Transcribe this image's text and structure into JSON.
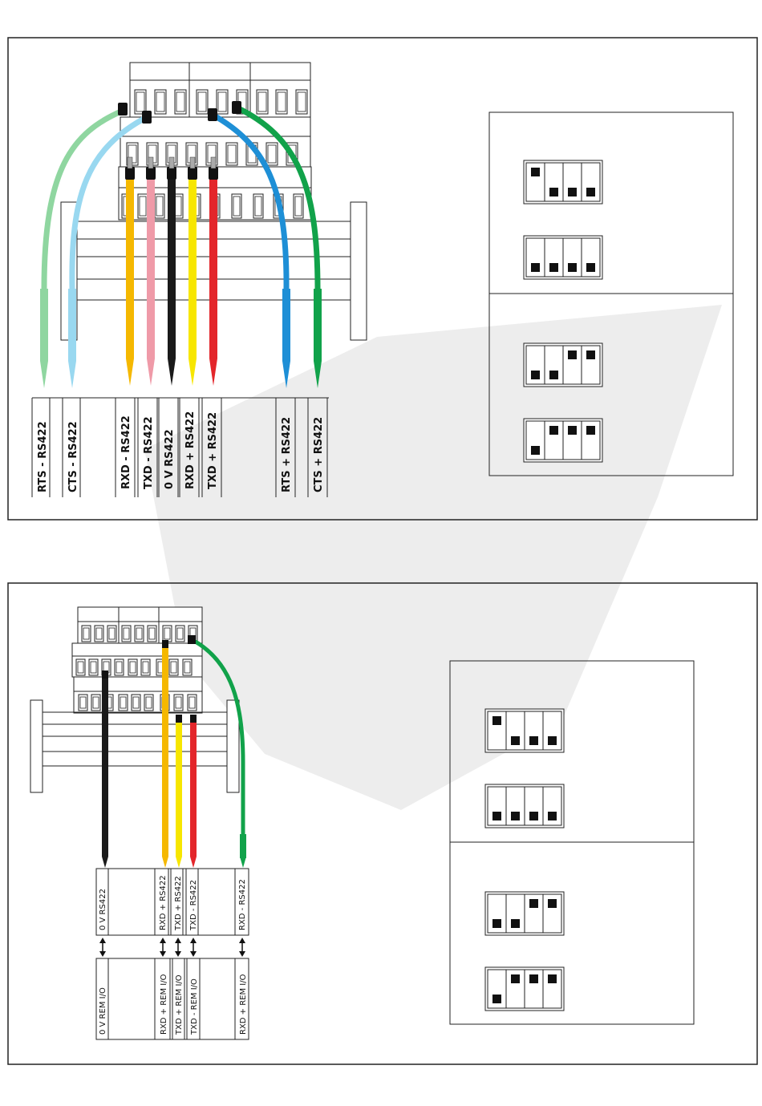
{
  "colors": {
    "light_green": "#8fd6a0",
    "light_blue": "#99d8f0",
    "orange": "#f5b800",
    "pink": "#ef9aa8",
    "black": "#1a1a1a",
    "yellow": "#f7e600",
    "red": "#e3262b",
    "blue": "#1e8fd6",
    "green": "#11a24a"
  },
  "top_wiring": {
    "labels": [
      "RTS -  RS422",
      "CTS -  RS422",
      "RXD - RS422",
      "TXD - RS422",
      "0 V  RS422",
      "RXD + RS422",
      "TXD + RS422",
      "RTS +  RS422",
      "CTS  +  RS422"
    ],
    "dip_switches_upper": [
      {
        "positions": [
          "up",
          "down",
          "down",
          "down"
        ]
      },
      {
        "positions": [
          "down",
          "down",
          "down",
          "down"
        ]
      }
    ],
    "dip_switches_lower": [
      {
        "positions": [
          "down",
          "down",
          "up",
          "up"
        ]
      },
      {
        "positions": [
          "down",
          "up",
          "up",
          "up"
        ]
      }
    ]
  },
  "bottom_wiring": {
    "top_labels": [
      "0 V   RS422",
      "RXD + RS422",
      "TXD + RS422",
      "TXD - RS422",
      "RXD - RS422"
    ],
    "bottom_labels": [
      "0 V REM I/O",
      "RXD +  REM I/O",
      "TXD +  REM I/O",
      "TXD  -  REM I/O",
      "RXD +  REM I/O"
    ],
    "dip_switches_upper": [
      {
        "positions": [
          "up",
          "down",
          "down",
          "down"
        ]
      },
      {
        "positions": [
          "down",
          "down",
          "down",
          "down"
        ]
      }
    ],
    "dip_switches_lower": [
      {
        "positions": [
          "down",
          "down",
          "up",
          "up"
        ]
      },
      {
        "positions": [
          "down",
          "up",
          "up",
          "up"
        ]
      }
    ]
  }
}
